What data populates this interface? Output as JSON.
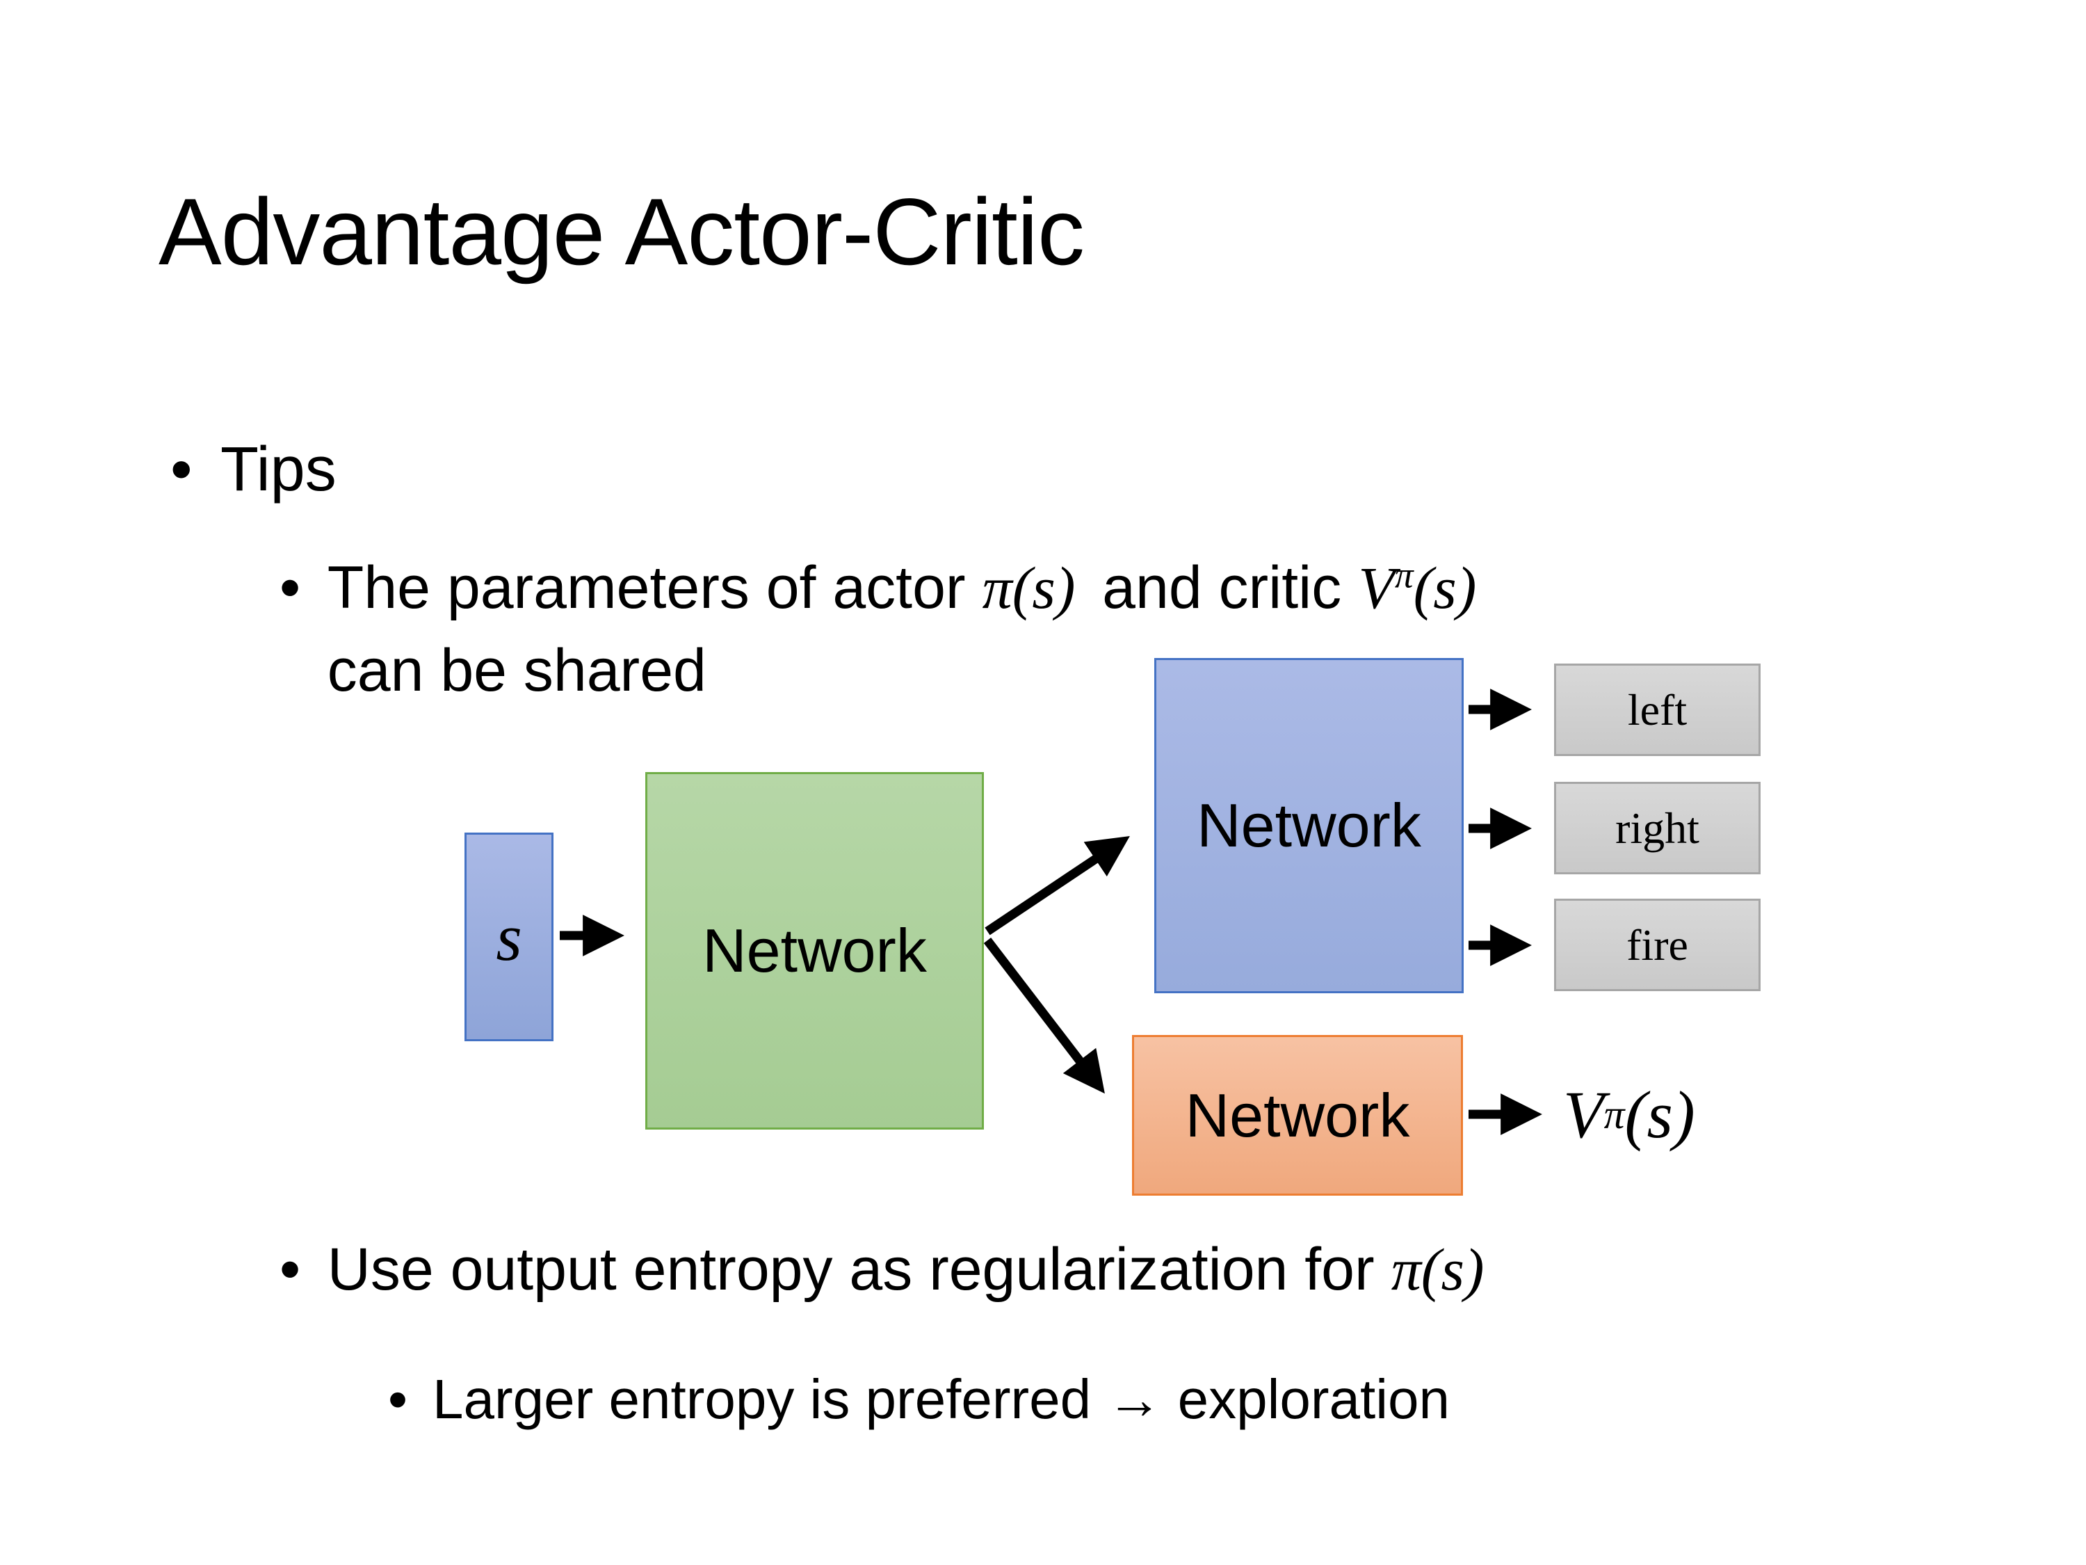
{
  "slide": {
    "title": "Advantage Actor-Critic",
    "bullet_glyph": "•",
    "bullets": {
      "tips": "Tips",
      "params_prefix": "The parameters of actor",
      "params_pi": "π(s)",
      "params_mid": "and critic",
      "params_value_base": "V",
      "params_value_sup": "π",
      "params_value_args": "(s)",
      "params_line2": "can be shared",
      "entropy_prefix": "Use output entropy as regularization for",
      "entropy_pi": "π(s)",
      "exploration": "Larger entropy is preferred → exploration"
    },
    "diagram": {
      "state_label": "s",
      "shared_network": "Network",
      "actor_network": "Network",
      "critic_network": "Network",
      "actions": [
        "left",
        "right",
        "fire"
      ],
      "value_base": "V",
      "value_sup": "π",
      "value_args": "(s)",
      "colors": {
        "state_fill_top": "#aab9e6",
        "state_fill_bottom": "#8ea4d8",
        "state_border": "#4472c4",
        "shared_fill_top": "#b6d7a7",
        "shared_fill_bottom": "#a5cc93",
        "shared_border": "#70ad47",
        "actor_fill_top": "#abbae6",
        "actor_fill_bottom": "#97abdc",
        "actor_border": "#4472c4",
        "critic_fill_top": "#f7c2a3",
        "critic_fill_bottom": "#f0a87d",
        "critic_border": "#ed7d31",
        "action_fill_top": "#d8d8d8",
        "action_fill_bottom": "#c9c9c9",
        "action_border": "#a6a6a6",
        "arrow": "#000000"
      }
    }
  }
}
